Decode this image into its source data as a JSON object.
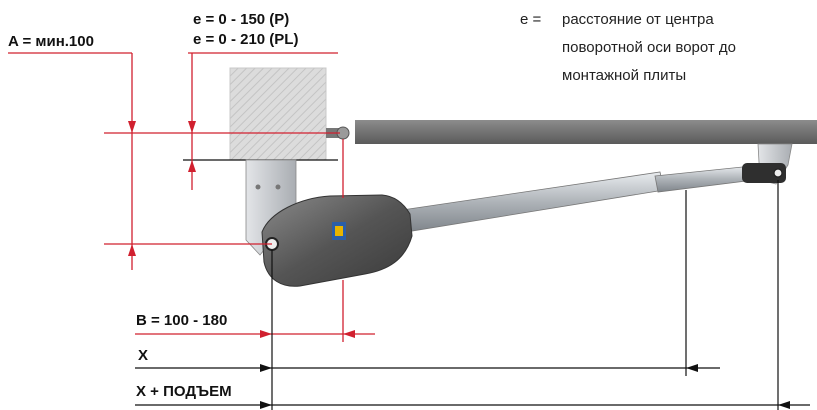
{
  "labels": {
    "a": "A = мин.100",
    "e1": "e = 0 - 150 (P)",
    "e2": "e = 0 - 210 (PL)",
    "b": "B = 100 - 180",
    "x": "X",
    "x_lift": "X + ПОДЪЕМ"
  },
  "legend": {
    "prefix": "e =",
    "line1": "расстояние от центра",
    "line2": "поворотной оси ворот до",
    "line3": "монтажной плиты"
  },
  "colors": {
    "dimension": "#d1202f",
    "gate_bar": "#6e6e6e",
    "actuator_body": "#4a4a4a",
    "rod": "#b8bcc0",
    "wall": "#d9d9d9",
    "bracket": "#c7c9cc"
  }
}
